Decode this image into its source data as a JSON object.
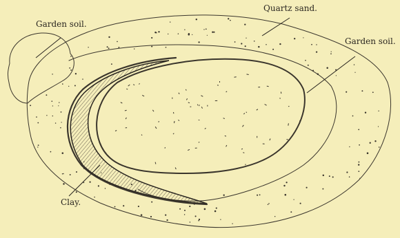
{
  "labels": {
    "garden_soil_left": "Garden soil.",
    "quartz_sand": "Quartz sand.",
    "garden_soil_right": "Garden soil.",
    "clay": "Clay."
  },
  "colors": {
    "paper": "#f5eeba",
    "ink": "#2a2620"
  }
}
